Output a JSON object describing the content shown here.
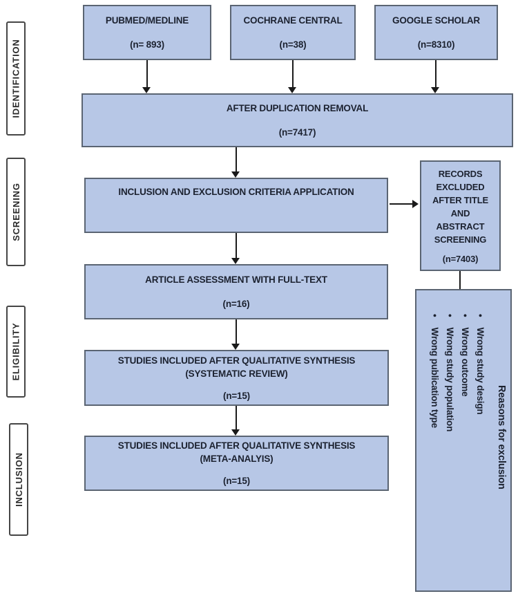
{
  "diagram": {
    "stage_labels": [
      {
        "label": "IDENTIFICATION"
      },
      {
        "label": "SCREENING"
      },
      {
        "label": "ELIGIBILITY"
      },
      {
        "label": "INCLUSION"
      }
    ],
    "nodes": {
      "pubmed": {
        "title": "PUBMED/MEDLINE",
        "count": "(n= 893)"
      },
      "cochrane": {
        "title": "COCHRANE CENTRAL",
        "count": "(n=38)"
      },
      "google": {
        "title": "GOOGLE SCHOLAR",
        "count": "(n=8310)"
      },
      "deduplication": {
        "title": "AFTER DUPLICATION REMOVAL",
        "count": "(n=7417)"
      },
      "criteria": {
        "title": "INCLUSION AND EXCLUSION CRITERIA APPLICATION"
      },
      "records_excluded": {
        "title_lines": [
          "RECORDS",
          "EXCLUDED",
          "AFTER TITLE",
          "AND",
          "ABSTRACT",
          "SCREENING"
        ],
        "count": "(n=7403)"
      },
      "full_text": {
        "title": "ARTICLE ASSESSMENT WITH FULL-TEXT",
        "count": "(n=16)"
      },
      "systematic_review": {
        "title_lines": [
          "STUDIES INCLUDED AFTER QUALITATIVE SYNTHESIS",
          "(SYSTEMATIC REVIEW)"
        ],
        "count": "(n=15)"
      },
      "meta_analysis": {
        "title_lines": [
          "STUDIES INCLUDED AFTER QUALITATIVE SYNTHESIS",
          "(META-ANALYIS)"
        ],
        "count": "(n=15)"
      },
      "exclusion_reasons": {
        "title": "Reasons for exclusion",
        "items": [
          "Wrong study design",
          "Wrong outcome",
          "Wrong study population",
          "Wrong publication type"
        ]
      }
    },
    "colors": {
      "node_fill": "#b7c7e6",
      "node_border": "#5a6472",
      "stage_border": "#454545",
      "line": "#1a1a1a",
      "text": "#1c2230"
    }
  }
}
